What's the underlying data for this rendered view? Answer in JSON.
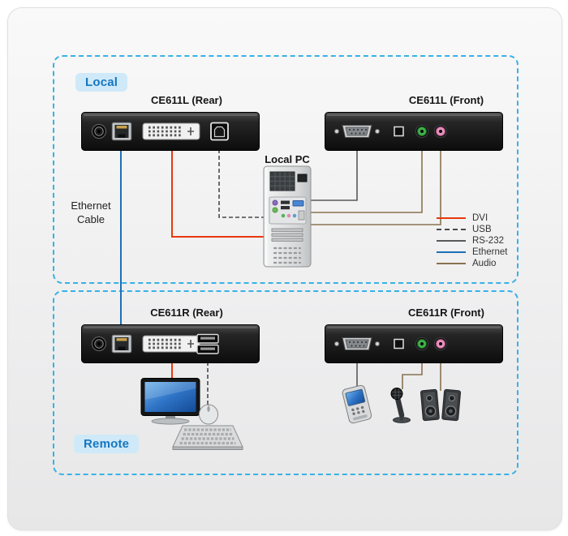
{
  "sections": {
    "local": {
      "label": "Local"
    },
    "remote": {
      "label": "Remote"
    }
  },
  "devices": {
    "ce611l_rear": {
      "label": "CE611L (Rear)"
    },
    "ce611l_front": {
      "label": "CE611L (Front)"
    },
    "local_pc": {
      "label": "Local PC"
    },
    "ce611r_rear": {
      "label": "CE611R (Rear)"
    },
    "ce611r_front": {
      "label": "CE611R (Front)"
    }
  },
  "annotations": {
    "ethernet_cable": "Ethernet Cable"
  },
  "legend": {
    "items": [
      {
        "label": "DVI",
        "style": "solid"
      },
      {
        "label": "USB",
        "style": "dashed"
      },
      {
        "label": "RS-232",
        "style": "solid"
      },
      {
        "label": "Ethernet",
        "style": "solid"
      },
      {
        "label": "Audio",
        "style": "solid"
      }
    ]
  },
  "colors": {
    "dvi": "#e8380d",
    "usb": "#4a4b4d",
    "rs232": "#58595b",
    "ethernet": "#1d70b7",
    "audio": "#8a7250",
    "section_border": "#38b1e6",
    "section_label_text": "#1577c0",
    "section_label_bg": "#cfe9f8"
  }
}
